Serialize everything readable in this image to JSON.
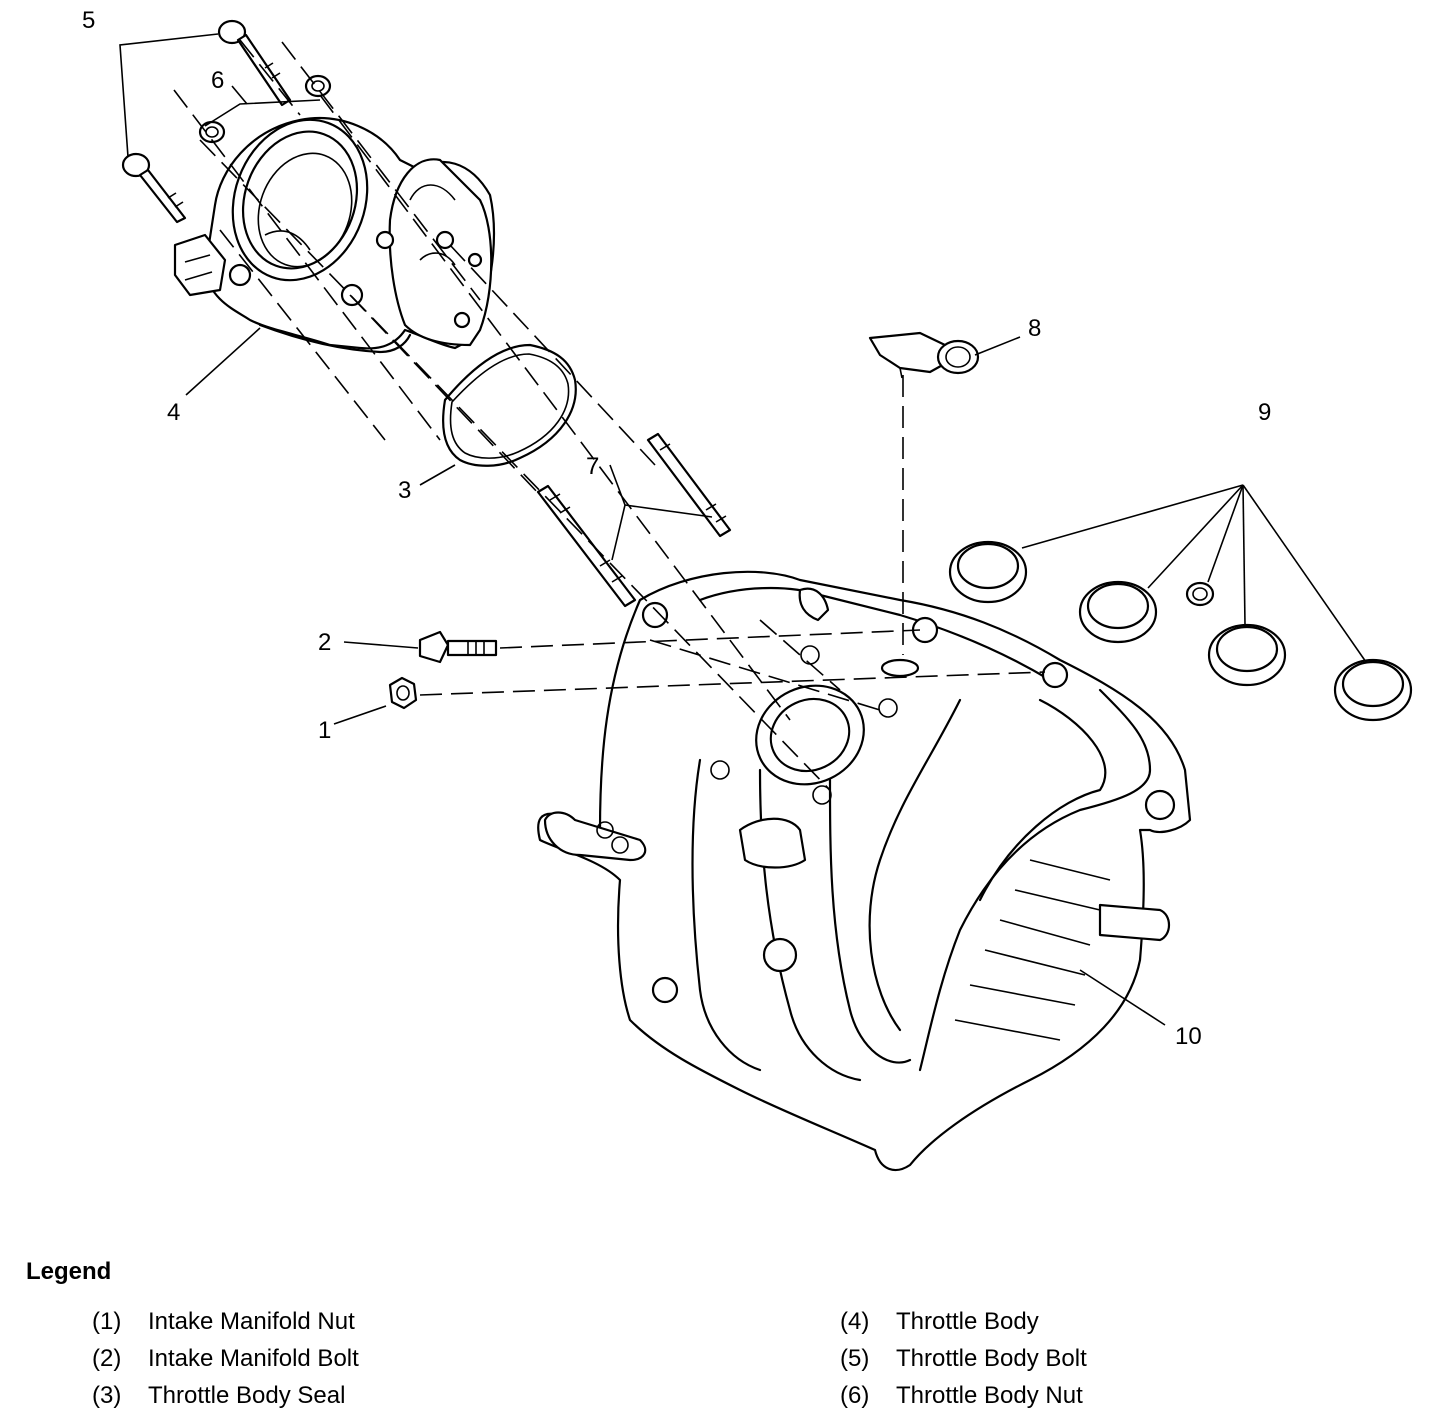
{
  "callouts": [
    "1",
    "2",
    "3",
    "4",
    "5",
    "6",
    "7",
    "8",
    "9",
    "10"
  ],
  "legend": {
    "title": "Legend",
    "items": [
      {
        "num": "(1)",
        "label": "Intake Manifold Nut"
      },
      {
        "num": "(2)",
        "label": "Intake Manifold Bolt"
      },
      {
        "num": "(3)",
        "label": "Throttle Body Seal"
      },
      {
        "num": "(4)",
        "label": "Throttle Body"
      },
      {
        "num": "(5)",
        "label": "Throttle Body Bolt"
      },
      {
        "num": "(6)",
        "label": "Throttle Body Nut"
      }
    ]
  }
}
